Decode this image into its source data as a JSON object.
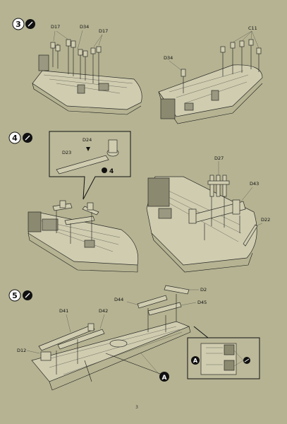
{
  "page": {
    "page_number": "3"
  },
  "steps": [
    {
      "number": "3",
      "labels": {
        "left_a": "D17",
        "left_b": "D34",
        "left_c": "D17",
        "right_a": "C11",
        "right_b": "D34"
      }
    },
    {
      "number": "4",
      "labels": {
        "inset_a": "D24",
        "inset_b": "D23",
        "inset_count": "4",
        "right_a": "D27",
        "right_b": "D43",
        "right_c": "D22"
      }
    },
    {
      "number": "5",
      "labels": {
        "a": "D44",
        "b": "D2",
        "c": "D45",
        "d": "D41",
        "e": "D42",
        "f": "D12",
        "marker": "A",
        "inset_marker": "A"
      }
    }
  ],
  "colors": {
    "paper": "#b5b392",
    "ink": "#111111",
    "background": "#2a2d22"
  },
  "icons": {
    "step_badge": "glue-drop-icon",
    "marker": "assembly-marker-icon"
  }
}
